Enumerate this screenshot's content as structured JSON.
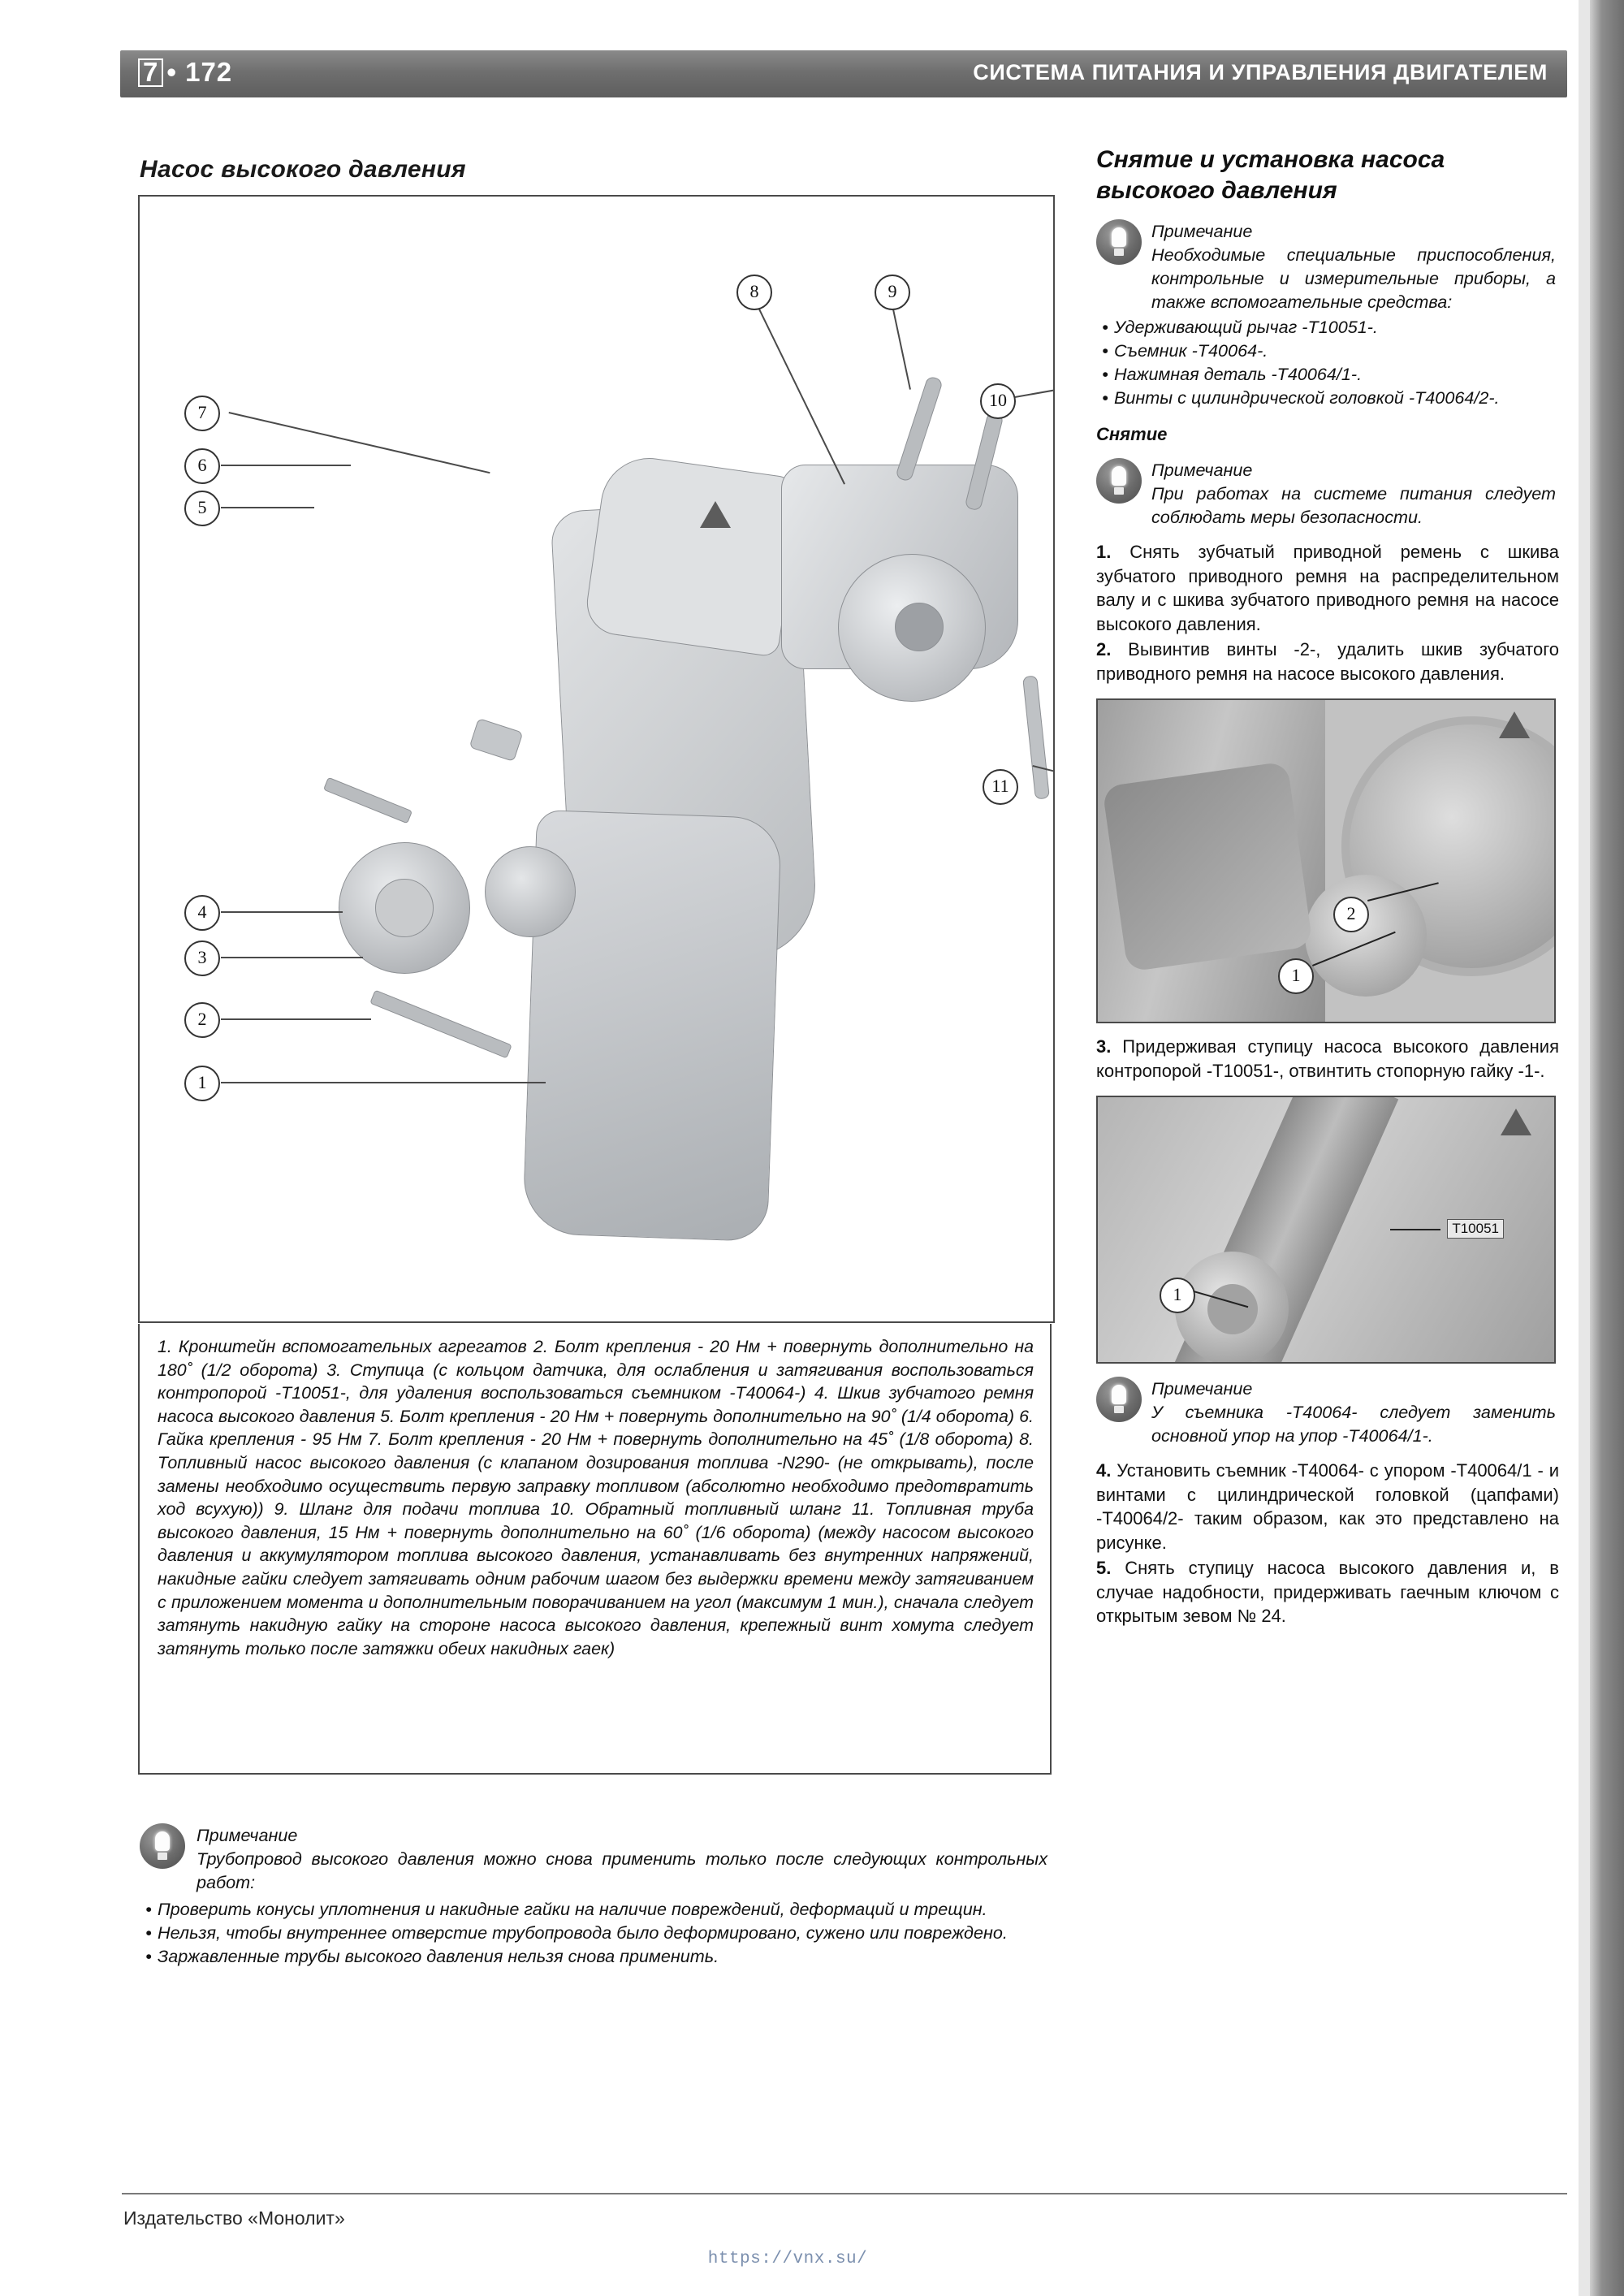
{
  "header": {
    "chapter": "7",
    "separator": "•",
    "page_number": "172",
    "title": "СИСТЕМА ПИТАНИЯ И УПРАВЛЕНИЯ ДВИГАТЕЛЕМ"
  },
  "left": {
    "section_title": "Насос высокого давления",
    "figure_callouts": [
      "1",
      "2",
      "3",
      "4",
      "5",
      "6",
      "7",
      "8",
      "9",
      "10",
      "11"
    ],
    "caption": "1. Кронштейн вспомогательных агрегатов 2. Болт крепления - 20 Нм + повернуть дополнительно на 180˚ (1/2 оборота) 3. Ступица (с кольцом датчика, для ослабления и затягивания воспользоваться контропорой -Т10051-, для удаления воспользоваться съемником -Т40064-) 4. Шкив зубчатого ремня насоса высокого давления 5. Болт крепления - 20 Нм + повернуть дополнительно на 90˚ (1/4 оборота) 6. Гайка крепления - 95 Нм 7. Болт крепления - 20 Нм + повернуть дополнительно на 45˚ (1/8 оборота) 8. Топливный насос высокого давления (с клапаном дозирования топлива -N290- (не открывать), после замены необходимо осуществить первую заправку топливом (абсолютно необходимо предотвратить ход всухую)) 9. Шланг для подачи топлива 10. Обратный топливный шланг 11. Топливная труба высокого давления, 15 Нм + повернуть дополнительно на 60˚ (1/6 оборота) (между насосом высокого давления и аккумулятором топлива высокого давления, устанавливать без внутренних напряжений, накидные гайки следует затягивать одним рабочим шагом без выдержки времени между затягиванием с приложением момента и дополнительным поворачиванием на угол (максимум 1 мин.), сначала следует затянуть накидную гайку на стороне насоса высокого давления, крепежный винт хомута следует затянуть только после затяжки обеих накидных гаек)",
    "note_title": "Примечание",
    "note_text": "Трубопровод высокого давления можно снова применить только после следующих контрольных работ:",
    "bullets": [
      "Проверить конусы уплотнения и накидные гайки на наличие повреждений, деформаций и трещин.",
      "Нельзя, чтобы внутреннее отверстие трубопровода было деформировано, сужено или повреждено.",
      "Заржавленные трубы высокого давления нельзя снова применить."
    ]
  },
  "right": {
    "title": "Снятие и установка насоса высокого давления",
    "note1_title": "Примечание",
    "note1_text": "Необходимые специальные приспособления, контрольные и измерительные приборы, а также вспомогательные средства:",
    "note1_bullets": [
      "Удерживающий рычаг -Т10051-.",
      "Съемник -Т40064-.",
      "Нажимная деталь -Т40064/1-.",
      "Винты с цилиндрической головкой -Т40064/2-."
    ],
    "subheading": "Снятие",
    "note2_title": "Примечание",
    "note2_text": "При работах на системе питания следует соблюдать меры безопасности.",
    "step1_num": "1.",
    "step1_text": "Снять зубчатый приводной ремень с шкива зубчатого приводного ремня на распределительном валу и с шкива зубчатого приводного ремня на насосе высокого давления.",
    "step2_num": "2.",
    "step2_text": "Вывинтив винты -2-, удалить шкив зубчатого приводного ремня на насосе высокого давления.",
    "photo1_callouts": [
      "1",
      "2"
    ],
    "step3_num": "3.",
    "step3_text": "Придерживая ступицу насоса высокого давления контропорой -Т10051-, отвинтить стопорную гайку -1-.",
    "photo2_callouts": [
      "1"
    ],
    "photo2_label": "T10051",
    "note3_title": "Примечание",
    "note3_text": "У съемника -Т40064- следует заменить основной упор на упор -Т40064/1-.",
    "step4_num": "4.",
    "step4_text": "Установить съемник -Т40064- с упором -Т40064/1 - и винтами с цилиндрической головкой (цапфами) -Т40064/2- таким образом, как это представлено на рисунке.",
    "step5_num": "5.",
    "step5_text": "Снять ступицу насоса высокого давления и, в случае надобности, придерживать гаечным ключом с открытым зевом № 24."
  },
  "footer": {
    "publisher": "Издательство «Монолит»",
    "watermark": "https://vnx.su/"
  },
  "colors": {
    "header_bg": "#6f6f6f",
    "text": "#111111",
    "rule": "#7a7a7a",
    "watermark": "#7b8fae"
  }
}
